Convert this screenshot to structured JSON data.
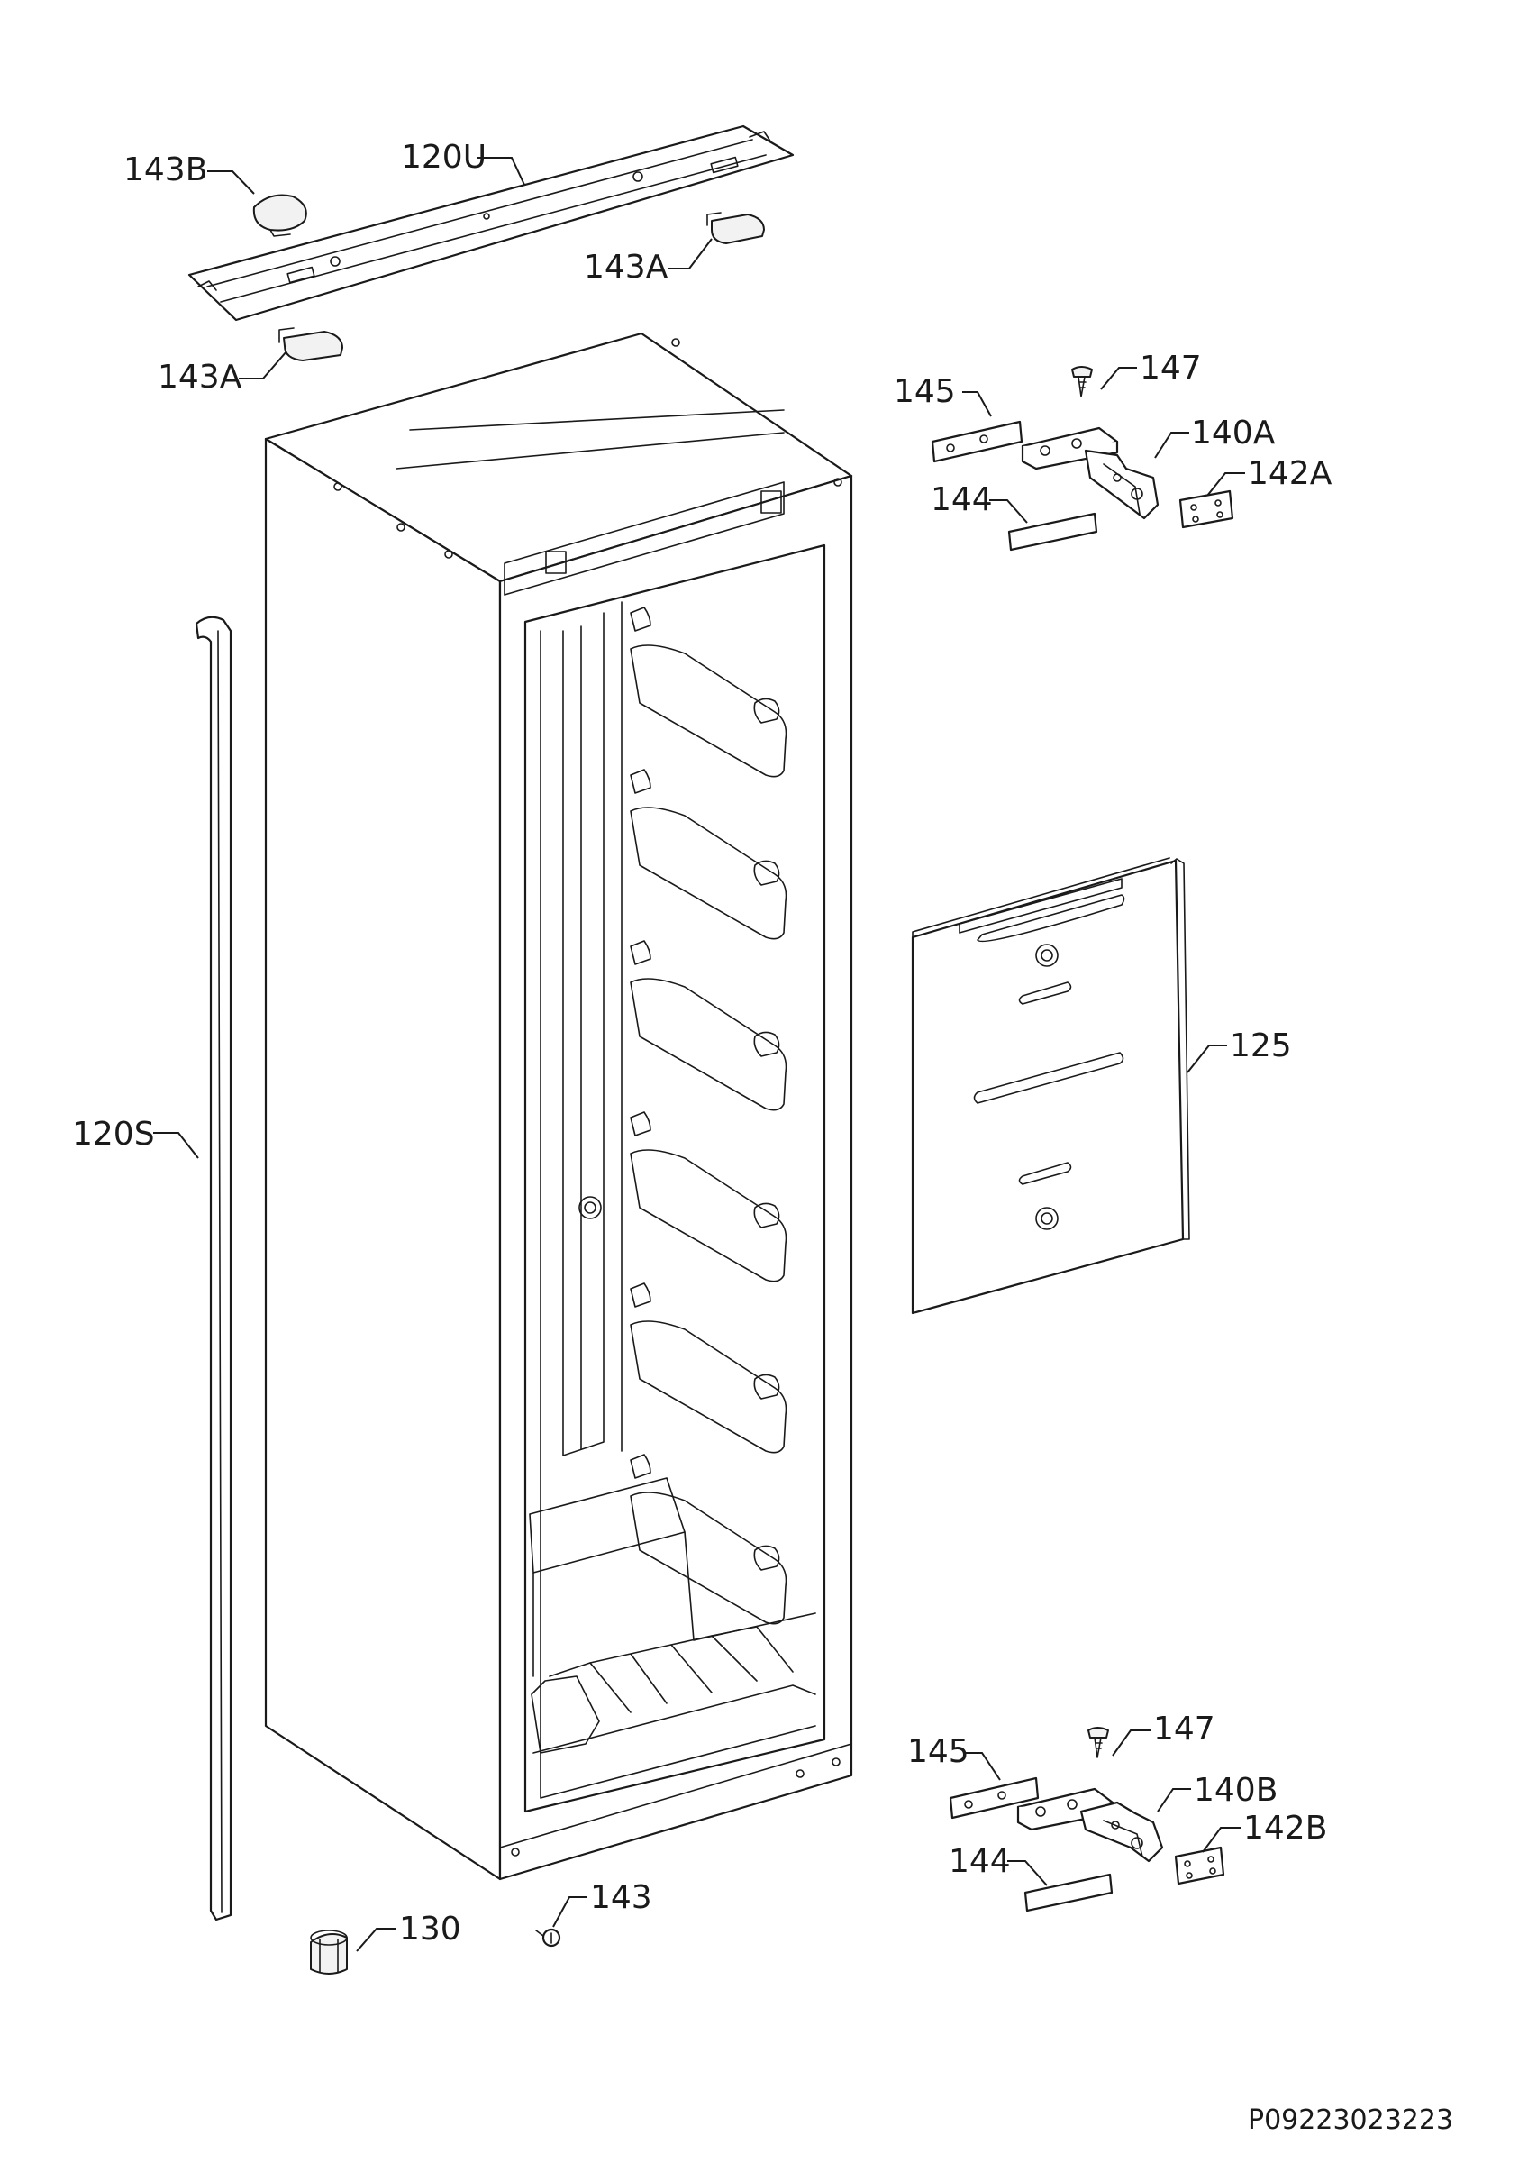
{
  "diagram": {
    "labels": {
      "l120U": "120U",
      "l143B": "143B",
      "l143A_top": "143A",
      "l143A_left": "143A",
      "l145_top": "145",
      "l147_top": "147",
      "l140A": "140A",
      "l142A": "142A",
      "l144_top": "144",
      "l125": "125",
      "l120S": "120S",
      "l145_bottom": "145",
      "l147_bottom": "147",
      "l140B": "140B",
      "l142B": "142B",
      "l144_bottom": "144",
      "l143": "143",
      "l130": "130"
    },
    "document_id": "P09223023223"
  }
}
